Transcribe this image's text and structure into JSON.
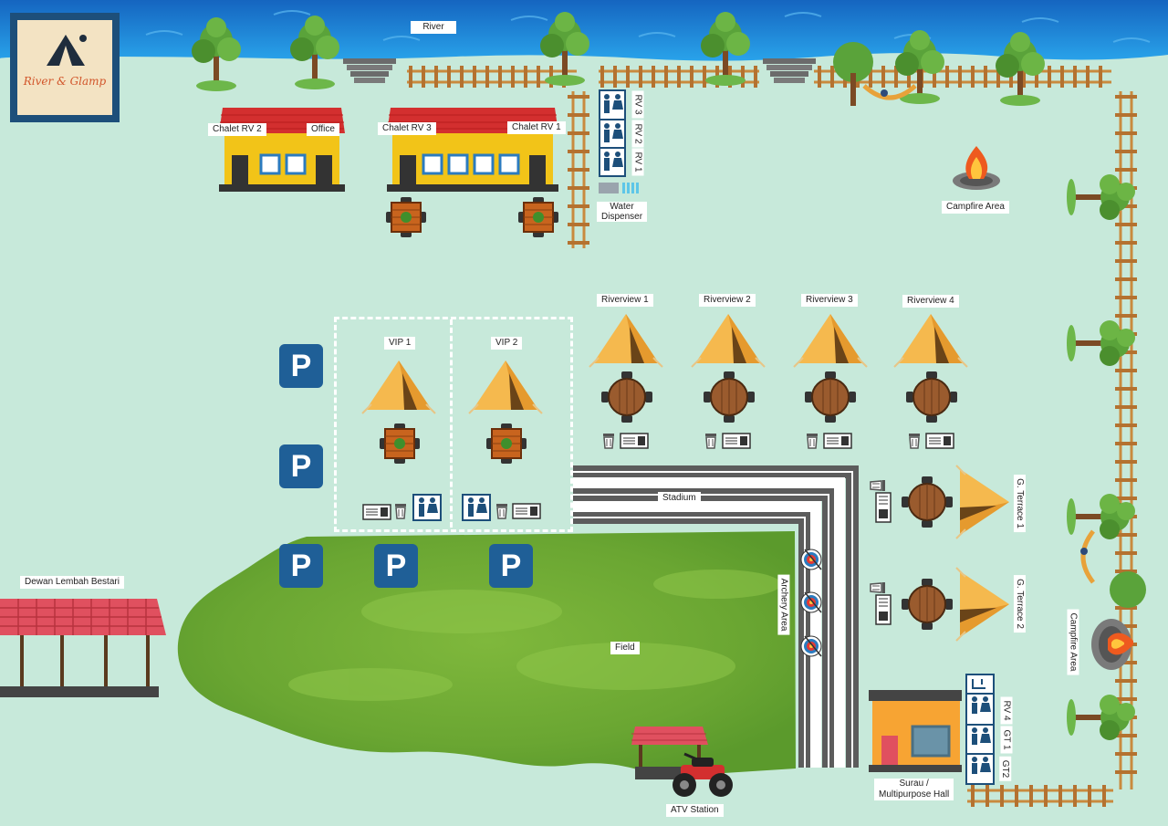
{
  "map": {
    "labels": {
      "river": "River",
      "chalet_rv2": "Chalet RV 2",
      "office": "Office",
      "chalet_rv3": "Chalet RV 3",
      "chalet_rv1": "Chalet RV 1",
      "water_dispenser_line1": "Water",
      "water_dispenser_line2": "Dispenser",
      "campfire_area_top": "Campfire Area",
      "campfire_area_right": "Campfire Area",
      "riverview_1": "Riverview 1",
      "riverview_2": "Riverview 2",
      "riverview_3": "Riverview 3",
      "riverview_4": "Riverview 4",
      "vip_1": "VIP 1",
      "vip_2": "VIP 2",
      "stadium": "Stadium",
      "field": "Field",
      "archery_area": "Archery Area",
      "g_terrace_1": "G. Terrace 1",
      "g_terrace_2": "G. Terrace 2",
      "dewan": "Dewan Lembah Bestari",
      "surau_line1": "Surau /",
      "surau_line2": "Multipurpose Hall",
      "atv_station": "ATV Station"
    },
    "toilet_block_top": [
      "RV 3",
      "RV 2",
      "RV 1"
    ],
    "toilet_block_bottom": [
      "RV 4",
      "GT 1",
      "GT2"
    ],
    "parking_symbol": "P",
    "logo": {
      "text": "River & Glamp"
    },
    "colors": {
      "ground": "#c7e9da",
      "river": "#1e88d6",
      "field": "#7bb33a",
      "chalet_wall": "#f2c418",
      "chalet_roof": "#d32f2f",
      "tent": "#f5b94e",
      "parking": "#1f5f97",
      "track": "#5c5c5c",
      "fence": "#d08a3c",
      "dewan_roof": "#e0505f",
      "surau_wall": "#f7a433"
    },
    "icons": [
      "tree-icon",
      "tent-icon",
      "chalet-icon",
      "table-icon",
      "campfire-icon",
      "toilet-icon",
      "trash-icon",
      "bbq-icon",
      "archery-target-icon",
      "atv-icon",
      "hammock-icon",
      "parking-icon",
      "fence-icon",
      "water-dispenser-icon"
    ]
  }
}
